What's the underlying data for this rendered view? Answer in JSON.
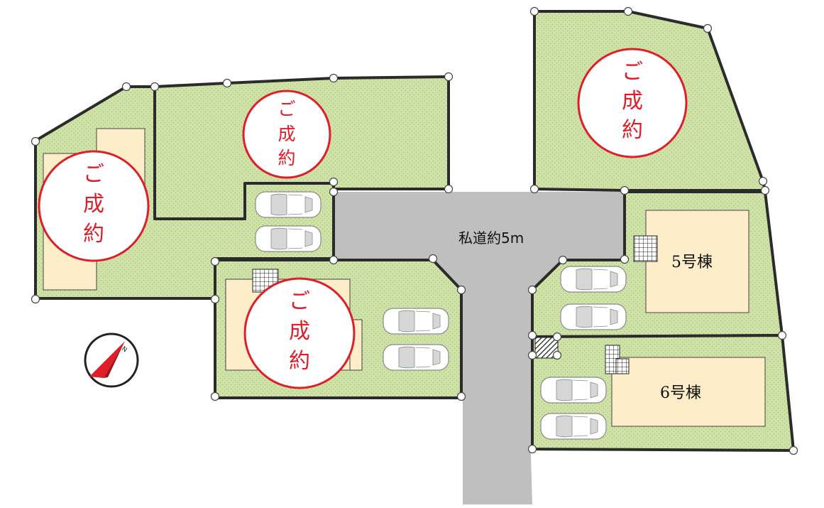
{
  "road": {
    "label": "私道約5m"
  },
  "sold": {
    "char1": "ご",
    "char2": "成",
    "char3": "約"
  },
  "houses": {
    "h5": "5号棟",
    "h6": "6号棟"
  },
  "compass": {
    "north_mark": "N"
  },
  "colors": {
    "lot_fill": "#cfe2a8",
    "road": "#bfbfbf",
    "house": "#fdedc8",
    "sold_red": "#e01e2a"
  }
}
